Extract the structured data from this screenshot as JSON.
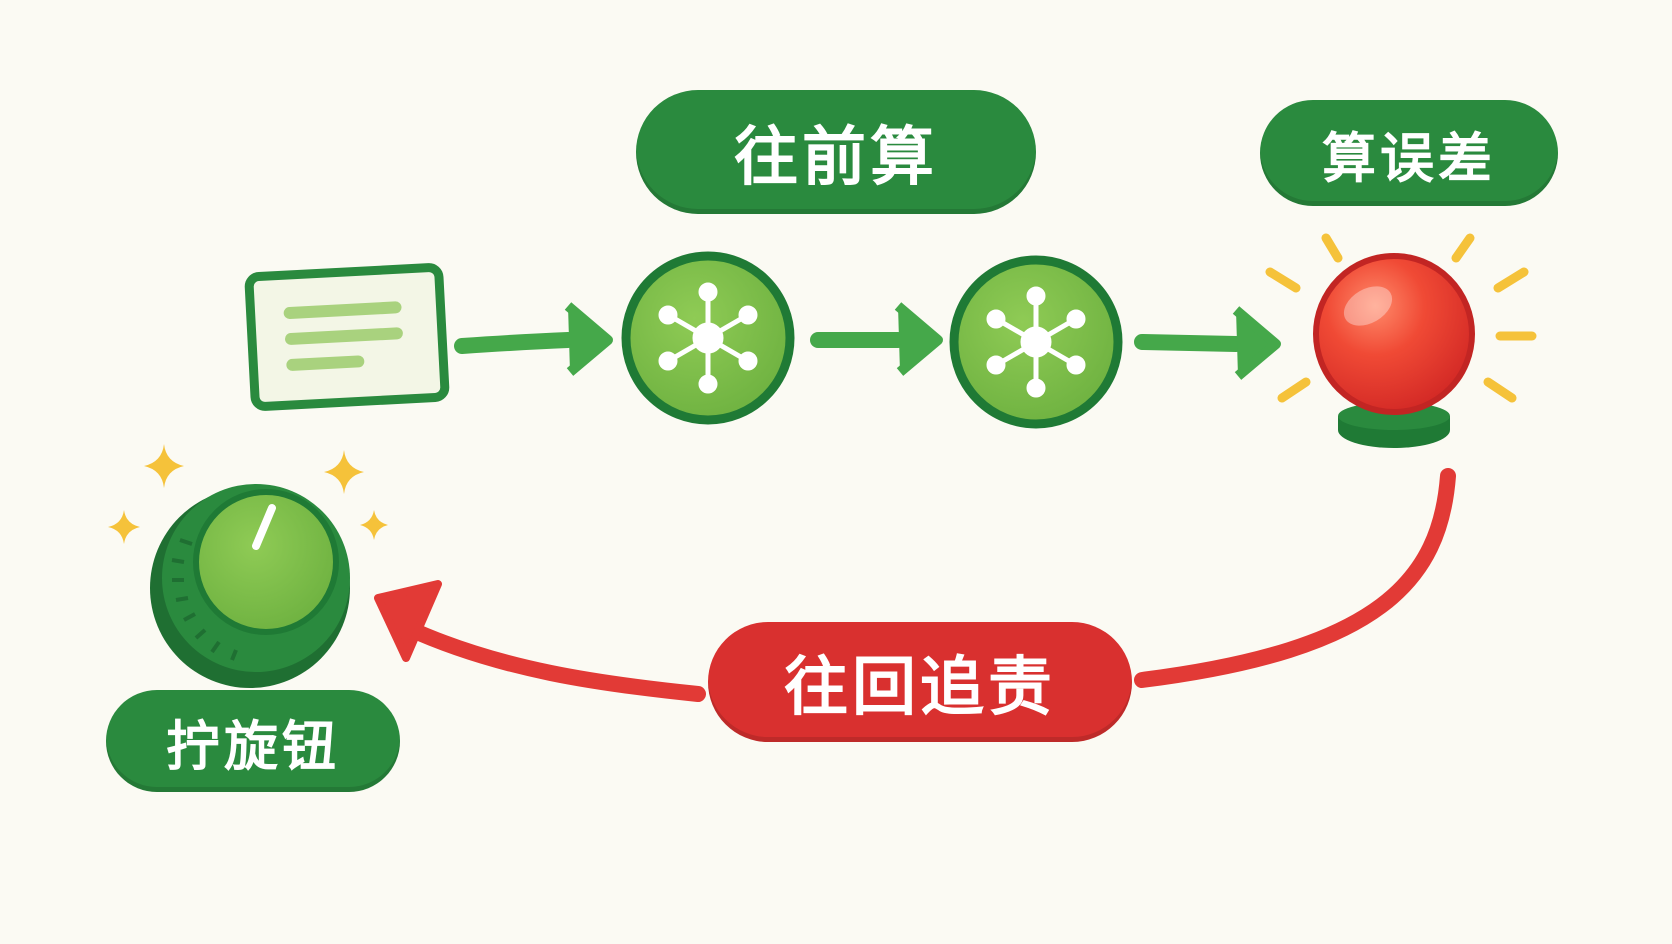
{
  "labels": {
    "forward": "往前算",
    "error": "算误差",
    "blame": "往回追责",
    "knob": "拧旋钮"
  },
  "icons": {
    "input": "text-card-icon",
    "layer1": "network-node-icon",
    "layer2": "network-node-icon",
    "error": "warning-light-icon",
    "knob": "dial-knob-icon",
    "sparkles": "sparkle-icon"
  },
  "colors": {
    "background": "#fbfaf3",
    "green_dark": "#2a8a3e",
    "green_light": "#7cbd45",
    "arrow_green": "#45a84a",
    "red": "#e23a36",
    "yellow": "#f5c23a"
  }
}
